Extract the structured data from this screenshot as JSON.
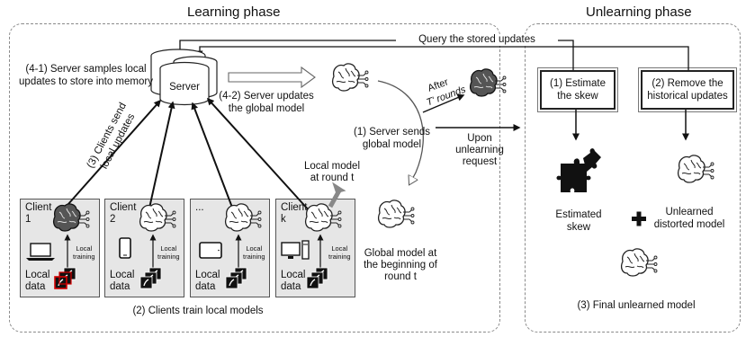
{
  "phases": {
    "learning": "Learning phase",
    "unlearning": "Unlearning phase"
  },
  "query_label": "Query the stored updates",
  "server": {
    "label": "Server",
    "step_4_1": "(4-1) Server samples local\nupdates to store into memory",
    "step_4_2": "(4-2) Server updates\nthe global model"
  },
  "clients_send_label": "(3) Clients send\nlocal updates",
  "server_sends_label": "(1) Server sends\nglobal model",
  "after_rounds": {
    "line1": "After",
    "line2": "T' rounds"
  },
  "upon_request": "Upon\nunlearning\nrequest",
  "local_model_label": "Local model\nat round t",
  "global_model_label": "Global model at\nthe beginning of\nround t",
  "clients_train_label": "(2) Clients train local models",
  "clients": [
    {
      "name": "Client\n1",
      "device": "laptop-icon"
    },
    {
      "name": "Client\n2",
      "device": "phone-icon"
    },
    {
      "name": "...",
      "device": "tablet-icon"
    },
    {
      "name": "Client\nk",
      "device": "desktop-icon"
    }
  ],
  "client_common": {
    "data_label": "Local\ndata",
    "training_label": "Local\ntraining"
  },
  "unlearning": {
    "estimate": "(1) Estimate\nthe skew",
    "remove": "(2) Remove the\nhistorical updates",
    "estimated_skew": "Estimated\nskew",
    "unlearned_distorted": "Unlearned\ndistorted model",
    "final": "(3) Final unlearned model"
  },
  "colors": {
    "panel_border": "#8a8a8a",
    "client_bg": "#e6e6e6",
    "highlight_red": "#d40000",
    "arrow": "#111111",
    "hollow_arrow": "#666666"
  }
}
